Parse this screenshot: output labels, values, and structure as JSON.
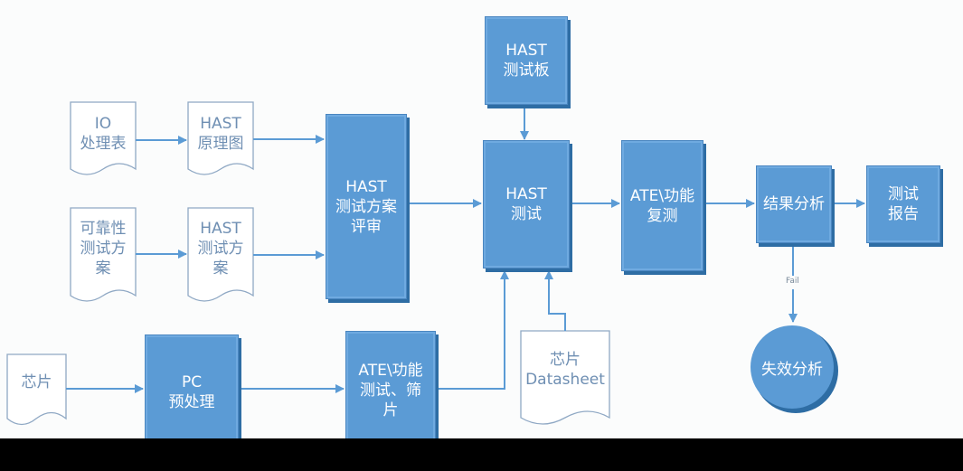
{
  "diagram": {
    "colors": {
      "process_fill": "#5b9bd5",
      "process_shadow": "#2e6da4",
      "line": "#5b9bd5",
      "document_stroke": "#8fa8c4",
      "document_text": "#6f8fb3",
      "background": "#fbfcfc"
    },
    "documents": {
      "io_table": "IO\n处理表",
      "hast_schematic": "HAST\n原理图",
      "reliability_plan": "可靠性\n测试方\n案",
      "hast_test_plan": "HAST\n测试方\n案",
      "chip": "芯片",
      "chip_datasheet": "芯片\nDatasheet"
    },
    "processes": {
      "hast_plan_review": "HAST\n测试方案\n评审",
      "hast_test_board": "HAST\n测试板",
      "hast_test": "HAST\n测试",
      "ate_retest": "ATE\\功能\n复测",
      "result_analysis": "结果分析",
      "test_report": "测试\n报告",
      "pc_preconditioning": "PC\n预处理",
      "ate_screening": "ATE\\功能\n测试、筛\n片"
    },
    "terminals": {
      "failure_analysis": "失效分析"
    },
    "edge_labels": {
      "fail": "Fail"
    },
    "edges": [
      {
        "from": "io_table",
        "to": "hast_schematic"
      },
      {
        "from": "reliability_plan",
        "to": "hast_test_plan"
      },
      {
        "from": "hast_schematic",
        "to": "hast_plan_review"
      },
      {
        "from": "hast_test_plan",
        "to": "hast_plan_review"
      },
      {
        "from": "hast_plan_review",
        "to": "hast_test"
      },
      {
        "from": "hast_test_board",
        "to": "hast_test"
      },
      {
        "from": "hast_test",
        "to": "ate_retest"
      },
      {
        "from": "ate_retest",
        "to": "result_analysis"
      },
      {
        "from": "result_analysis",
        "to": "test_report"
      },
      {
        "from": "result_analysis",
        "to": "failure_analysis",
        "label": "Fail"
      },
      {
        "from": "chip",
        "to": "pc_preconditioning"
      },
      {
        "from": "pc_preconditioning",
        "to": "ate_screening"
      },
      {
        "from": "ate_screening",
        "to": "hast_test"
      },
      {
        "from": "chip_datasheet",
        "to": "hast_test"
      }
    ]
  }
}
